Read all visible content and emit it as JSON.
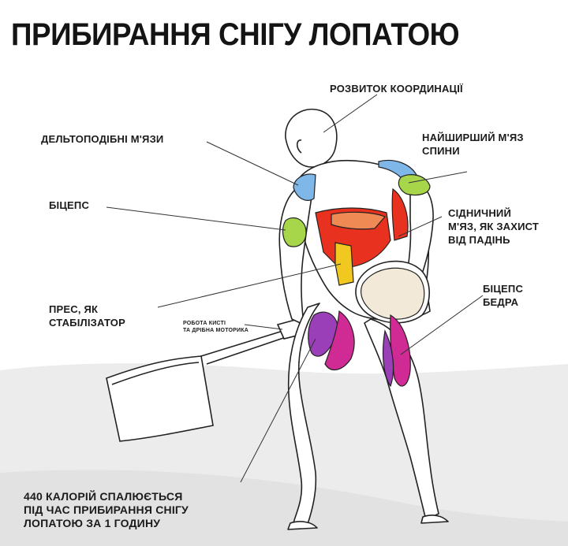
{
  "title": "ПРИБИРАННЯ СНІГУ ЛОПАТОЮ",
  "labels": {
    "coordination": "РОЗВИТОК КООРДИНАЦІЇ",
    "deltoids": "ДЕЛЬТОПОДІБНІ М'ЯЗИ",
    "latissimus": "НАЙШИРШИЙ М'ЯЗ\nСПИНИ",
    "biceps": "БІЦЕПС",
    "gluteus": "СІДНИЧНИЙ\nМ'ЯЗ, ЯК ЗАХИСТ\nВІД ПАДІНЬ",
    "hamstring": "БІЦЕПС\nБЕДРА",
    "abs": "ПРЕС, ЯК\nСТАБІЛІЗАТОР",
    "wrist": "РОБОТА КИСТІ\nТА ДРІБНА МОТОРИКА",
    "calories": "440 КАЛОРІЙ СПАЛЮЄТЬСЯ\nПІД ЧАС ПРИБИРАННЯ СНІГУ\nЛОПАТОЮ ЗА 1 ГОДИНУ"
  },
  "colors": {
    "deltoid": "#7fb7e8",
    "latissimus": "#e8321f",
    "latissimus_light": "#f08a55",
    "biceps": "#a8d64a",
    "abs": "#f0c820",
    "gluteus": "#f3e9d9",
    "hamstring_purple": "#9b3fb8",
    "hamstring_magenta": "#d02a95",
    "snow": "#ececec",
    "outline": "#222222"
  }
}
